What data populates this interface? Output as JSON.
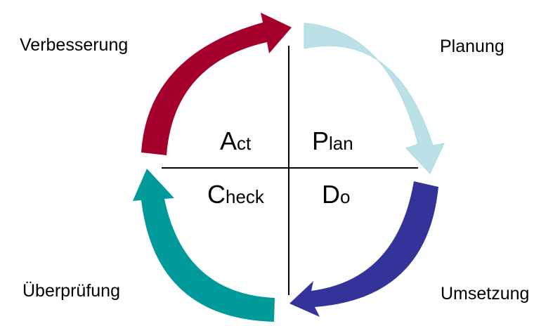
{
  "phases": {
    "act": "Verbesserung",
    "plan": "Planung",
    "do": "Umsetzung",
    "check": "Überprüfung"
  },
  "quadrants": {
    "act": {
      "initial": "A",
      "rest": "ct"
    },
    "plan": {
      "initial": "P",
      "rest": "lan"
    },
    "check": {
      "initial": "C",
      "rest": "heck"
    },
    "do": {
      "initial": "D",
      "rest": "o"
    }
  },
  "colors": {
    "act": "#A5002C",
    "plan": "#B9E1E6",
    "do": "#33339A",
    "check": "#009A9A",
    "axes": "#000000"
  }
}
